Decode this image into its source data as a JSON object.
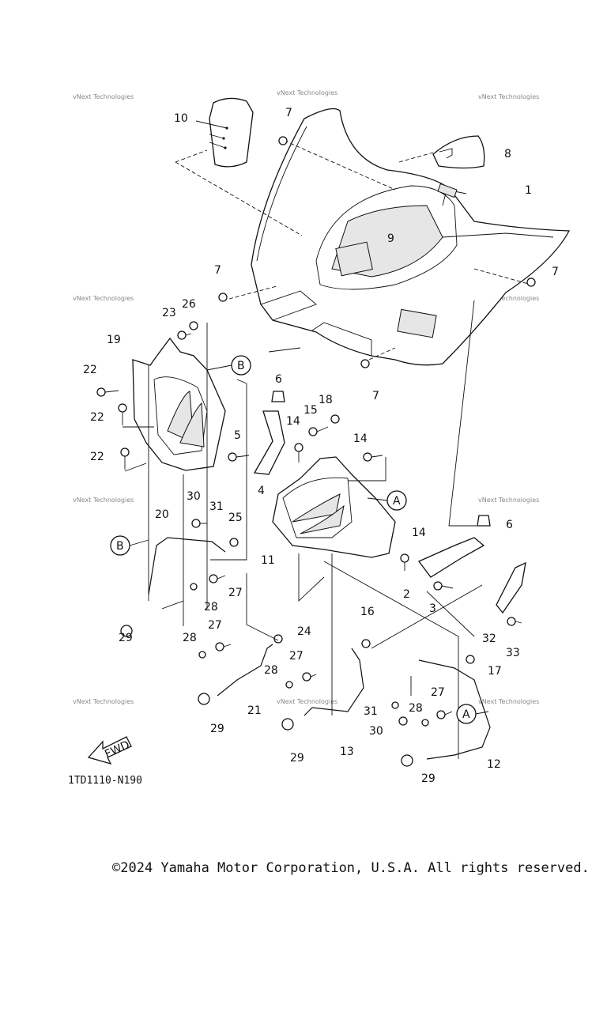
{
  "diagram": {
    "code": "1TD1110-N190",
    "fwd_label": "FWD",
    "watermark": "vNext Technologies",
    "callouts": {
      "A": "A",
      "B": "B"
    },
    "parts": [
      "1",
      "2",
      "3",
      "4",
      "5",
      "6",
      "7",
      "8",
      "9",
      "10",
      "11",
      "12",
      "13",
      "14",
      "15",
      "16",
      "17",
      "18",
      "19",
      "20",
      "21",
      "22",
      "23",
      "24",
      "25",
      "26",
      "27",
      "28",
      "29",
      "30",
      "31",
      "32",
      "33"
    ]
  },
  "footer": {
    "copyright": "©2024 Yamaha Motor Corporation, U.S.A. All rights reserved."
  }
}
